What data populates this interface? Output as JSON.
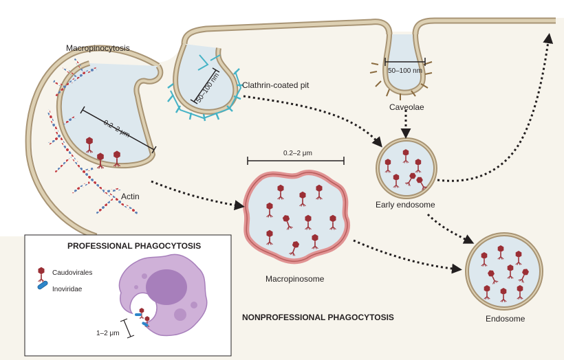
{
  "labels": {
    "macropinocytosis": "Macropinocytosis",
    "clathrin_pit": "Clathrin-coated pit",
    "caveolae": "Caveolae",
    "actin": "Actin",
    "early_endosome": "Early endosome",
    "macropinosome": "Macropinosome",
    "endosome": "Endosome",
    "nonprofessional": "NONPROFESSIONAL PHAGOCYTOSIS"
  },
  "measurements": {
    "macropinocytosis_size": "0.2–2 μm",
    "clathrin_size": "50–100 nm",
    "caveolae_size": "50–100 nm",
    "macropinosome_size": "0.2–2 μm",
    "phagocyte_opening": "1–2 μm"
  },
  "inset": {
    "title": "PROFESSIONAL PHAGOCYTOSIS",
    "legend": [
      {
        "icon": "caudovirales-icon",
        "label": "Caudovirales"
      },
      {
        "icon": "inoviridae-icon",
        "label": "Inoviridae"
      }
    ]
  },
  "colors": {
    "cytoplasm": "#f7f4ec",
    "membrane": "#c9b896",
    "membrane_dark": "#a89474",
    "vesicle_fill": "#dde8ee",
    "macropinosome_rim": "#e09393",
    "actin_red": "#c2383f",
    "actin_blue": "#5b7fb5",
    "clathrin": "#46b3c6",
    "phage": "#9b2f35",
    "inoviridae": "#2e86c9",
    "phagocyte": "#cfb1d8",
    "nucleus": "#a77fbb"
  }
}
